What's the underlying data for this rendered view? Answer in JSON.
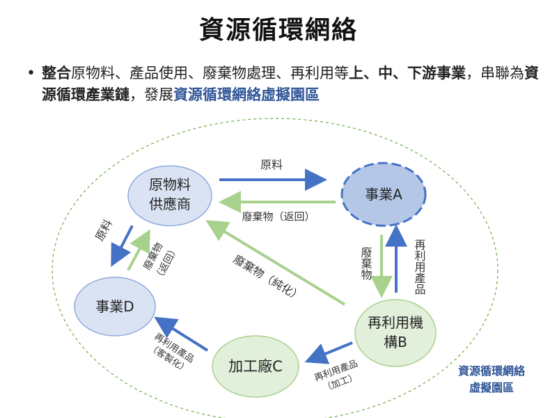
{
  "title": "資源循環網絡",
  "bullet": {
    "seg1": "整合",
    "seg2": "原物料、產品使用、廢棄物處理、再利用等",
    "seg3": "上、中、下游事業",
    "seg4": "，串聯為",
    "seg5": "資源循環產業鏈",
    "seg6": "，發展",
    "seg7": "資源循環網絡虛擬園區"
  },
  "nodes": {
    "supplier": [
      "原物料",
      "供應商"
    ],
    "company_a": "事業A",
    "company_d": "事業D",
    "factory_c": "加工廠C",
    "institution_b": [
      "再利用機",
      "構B"
    ]
  },
  "edges": {
    "raw_to_a": "原料",
    "a_to_supplier": "廢棄物（返回）",
    "a_to_b": "廢棄物",
    "b_to_a": "再利用產品",
    "b_to_supplier": "廢棄物（純化）",
    "supplier_to_d": "原料",
    "d_to_supplier": [
      "廢棄物",
      "（返回）"
    ],
    "b_to_c": [
      "再利用產品",
      "（加工）"
    ],
    "c_to_d": [
      "再利用產品",
      "（客製化）"
    ]
  },
  "zone_label": [
    "資源循環網絡",
    "虛擬園區"
  ],
  "colors": {
    "node_fill_blue": "#dae3f3",
    "node_fill_a": "#b4c7e7",
    "node_fill_green": "#e2efda",
    "arrow_blue": "#4472c4",
    "arrow_green": "#a9d18e",
    "highlight": "#2f5597",
    "boundary": "#70ad47"
  }
}
